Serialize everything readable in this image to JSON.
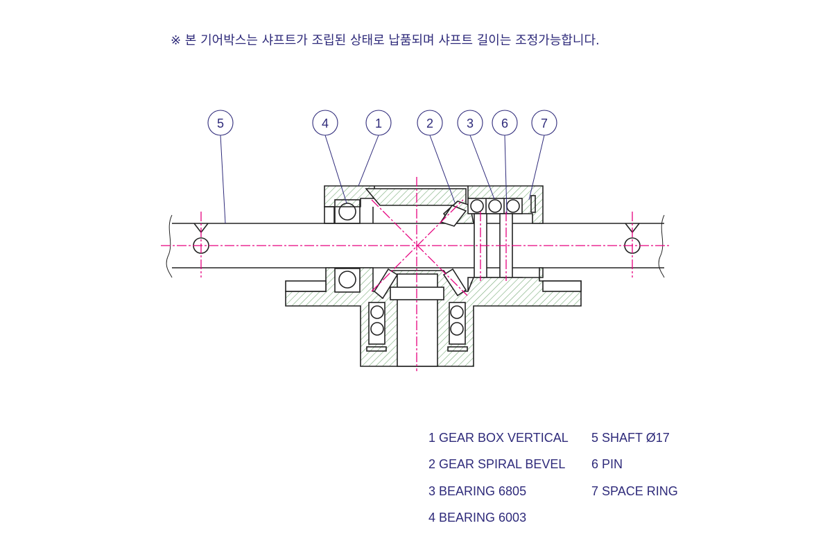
{
  "note": "※ 본 기어박스는 샤프트가 조립된 상태로 납품되며 샤프트 길이는 조정가능합니다.",
  "balloons": [
    "5",
    "4",
    "1",
    "2",
    "3",
    "6",
    "7"
  ],
  "legend": {
    "left": [
      "1 GEAR BOX VERTICAL",
      "2 GEAR SPIRAL BEVEL",
      "3 BEARING 6805",
      "4 BEARING 6003"
    ],
    "right": [
      "5 SHAFT Ø17",
      "6 PIN",
      "7 SPACE RING"
    ]
  },
  "colors": {
    "text": "#2e2a7a",
    "centerline": "#e6007e",
    "hatch": "#7fb07f",
    "outline": "#222222"
  }
}
